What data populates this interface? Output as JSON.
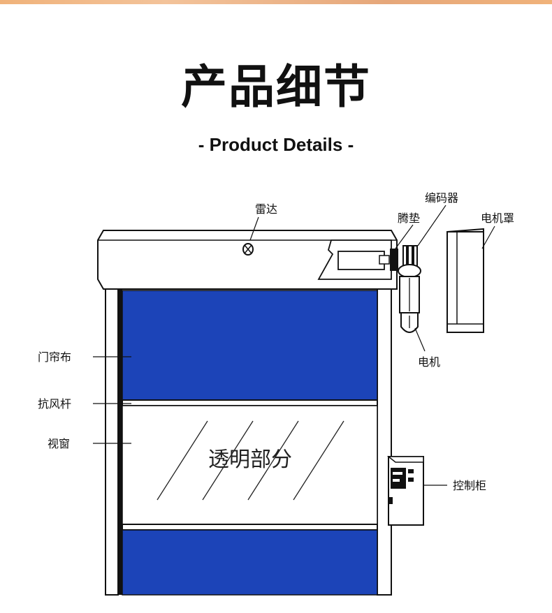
{
  "header": {
    "title": "产品细节",
    "subtitle": "- Product Details -"
  },
  "colors": {
    "accent_bar": "#f0b27a",
    "curtain_blue": "#1c44b8"
  },
  "labels": {
    "radar": "雷达",
    "encoder": "编码器",
    "pad": "腾垫",
    "motor_cover": "电机罩",
    "motor": "电机",
    "curtain": "门帘布",
    "wind_bar": "抗风杆",
    "window": "视窗",
    "transparent": "透明部分",
    "control_box": "控制柜"
  }
}
